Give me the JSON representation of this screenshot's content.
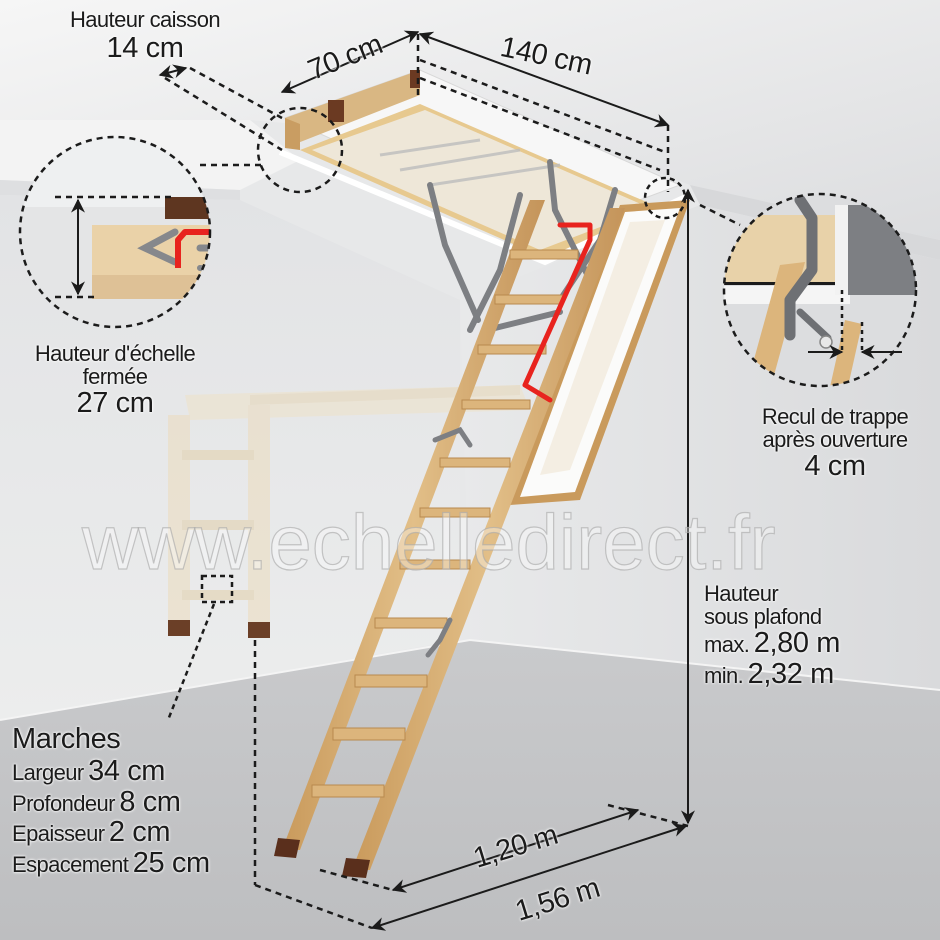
{
  "diagram": {
    "subject": "Escalier escamotable / échelle de grenier",
    "colors": {
      "ceiling": "#f1f1f1",
      "wall": "#e6e7e8",
      "floor": "#bfc0c2",
      "wood": "#d8b27a",
      "wood_dark": "#b98d52",
      "wood_light": "#efe3cc",
      "foot": "#5a2f1c",
      "metal": "#7d7f83",
      "handrail": "#e8231e",
      "dimension_line": "#1b1b1b"
    }
  },
  "labels": {
    "box_height": {
      "title": "Hauteur caisson",
      "value": "14 cm"
    },
    "width": {
      "value": "70 cm"
    },
    "length": {
      "value": "140 cm"
    },
    "closed_height": {
      "title_line1": "Hauteur d'échelle",
      "title_line2": "fermée",
      "value": "27 cm"
    },
    "hatch_recoil": {
      "title_line1": "Recul de trappe",
      "title_line2": "après ouverture",
      "value": "4 cm"
    },
    "ceiling_height": {
      "title_line1": "Hauteur",
      "title_line2": "sous plafond",
      "max_label": "max.",
      "max_value": "2,80 m",
      "min_label": "min.",
      "min_value": "2,32 m"
    },
    "floor_short": {
      "value": "1,20 m"
    },
    "floor_long": {
      "value": "1,56 m"
    },
    "steps": {
      "title": "Marches",
      "rows": [
        {
          "key": "Largeur",
          "value": "34 cm"
        },
        {
          "key": "Profondeur",
          "value": "8 cm"
        },
        {
          "key": "Epaisseur",
          "value": "2 cm"
        },
        {
          "key": "Espacement",
          "value": "25 cm"
        }
      ]
    }
  },
  "watermark": "www.echelledirect.fr"
}
